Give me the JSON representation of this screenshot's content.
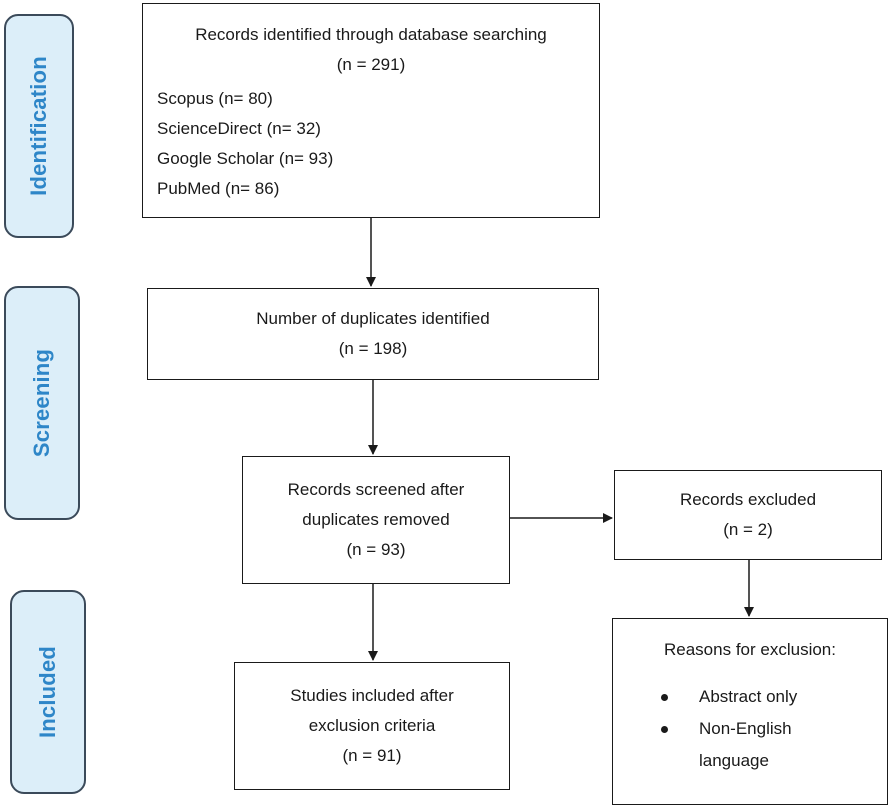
{
  "stages": {
    "identification": "Identification",
    "screening": "Screening",
    "included": "Included"
  },
  "identification_box": {
    "title": "Records identified through database searching",
    "count": "(n = 291)",
    "sources": [
      "Scopus (n= 80)",
      "ScienceDirect (n= 32)",
      "Google Scholar (n= 93)",
      "PubMed (n= 86)"
    ]
  },
  "duplicates_box": {
    "title": "Number of duplicates identified",
    "count": "(n = 198)"
  },
  "screened_box": {
    "line1": "Records screened after",
    "line2": "duplicates removed",
    "count": "(n = 93)"
  },
  "excluded_box": {
    "title": "Records excluded",
    "count": "(n = 2)"
  },
  "reasons_box": {
    "heading": "Reasons for exclusion:",
    "items": [
      {
        "line1": "Abstract only",
        "line2": ""
      },
      {
        "line1": "Non-English",
        "line2": "language"
      }
    ]
  },
  "included_box": {
    "line1": "Studies included after",
    "line2": "exclusion criteria",
    "count": "(n = 91)"
  },
  "colors": {
    "stage_fill": "#dceef9",
    "stage_text": "#2e86c8",
    "stage_border": "#3b4a5a",
    "box_border": "#1a1a1a"
  }
}
